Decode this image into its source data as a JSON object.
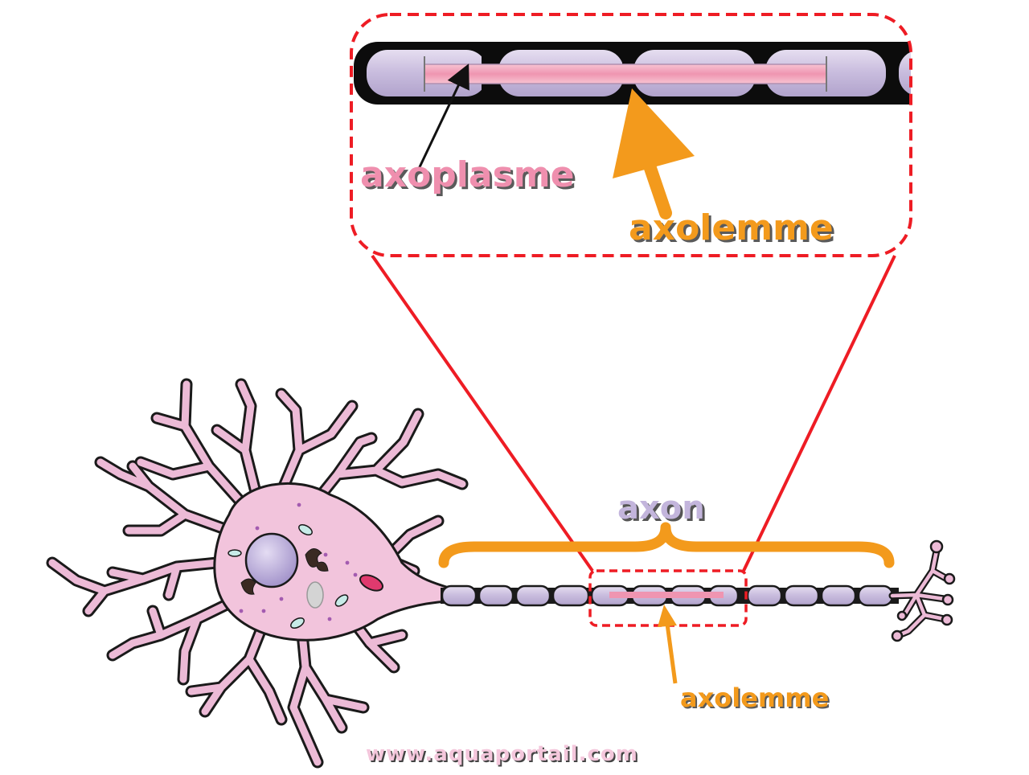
{
  "labels": {
    "axoplasme": "axoplasme",
    "axolemme_zoom": "axolemme",
    "axon": "axon",
    "axolemme_small": "axolemme",
    "website": "www.aquaportail.com"
  },
  "colors": {
    "axoplasme": "#ef8fae",
    "axolemme": "#f39a1c",
    "axon": "#c3b5dc",
    "zoom_outline": "#ee1c24",
    "neuron_body": "#f2c4dc",
    "myelin": "#cfc5de",
    "nucleus": "#b3a4d6"
  },
  "icons": {
    "neuron": "neuron-cell-body-icon",
    "axon_terminal": "axon-terminal-icon"
  }
}
